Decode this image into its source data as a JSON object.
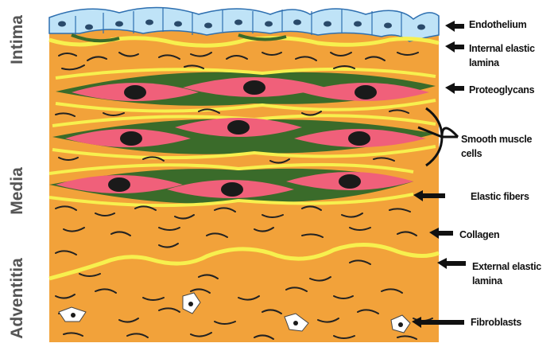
{
  "diagram": {
    "layers": {
      "intima": "Intima",
      "media": "Media",
      "adventitia": "Adventitia"
    },
    "labels": {
      "endothelium": "Endothelium",
      "internal_elastic_lamina_line1": "Internal elastic",
      "internal_elastic_lamina_line2": "lamina",
      "proteoglycans": "Proteoglycans",
      "smooth_muscle_line1": "Smooth muscle",
      "smooth_muscle_line2": "cells",
      "elastic_fibers": "Elastic fibers",
      "collagen": "Collagen",
      "external_elastic_lamina_line1": "External elastic",
      "external_elastic_lamina_line2": "lamina",
      "fibroblasts": "Fibroblasts"
    },
    "colors": {
      "tissue": "#f2a23a",
      "endothelium": "#bfe3f7",
      "elastic": "#f7f04e",
      "proteoglycan": "#3a6b2a",
      "smooth_muscle": "#f0607a",
      "nucleus": "#1a1a1a",
      "collagen": "#222222",
      "fibroblast": "#ffffff",
      "arrow": "#111111"
    }
  }
}
